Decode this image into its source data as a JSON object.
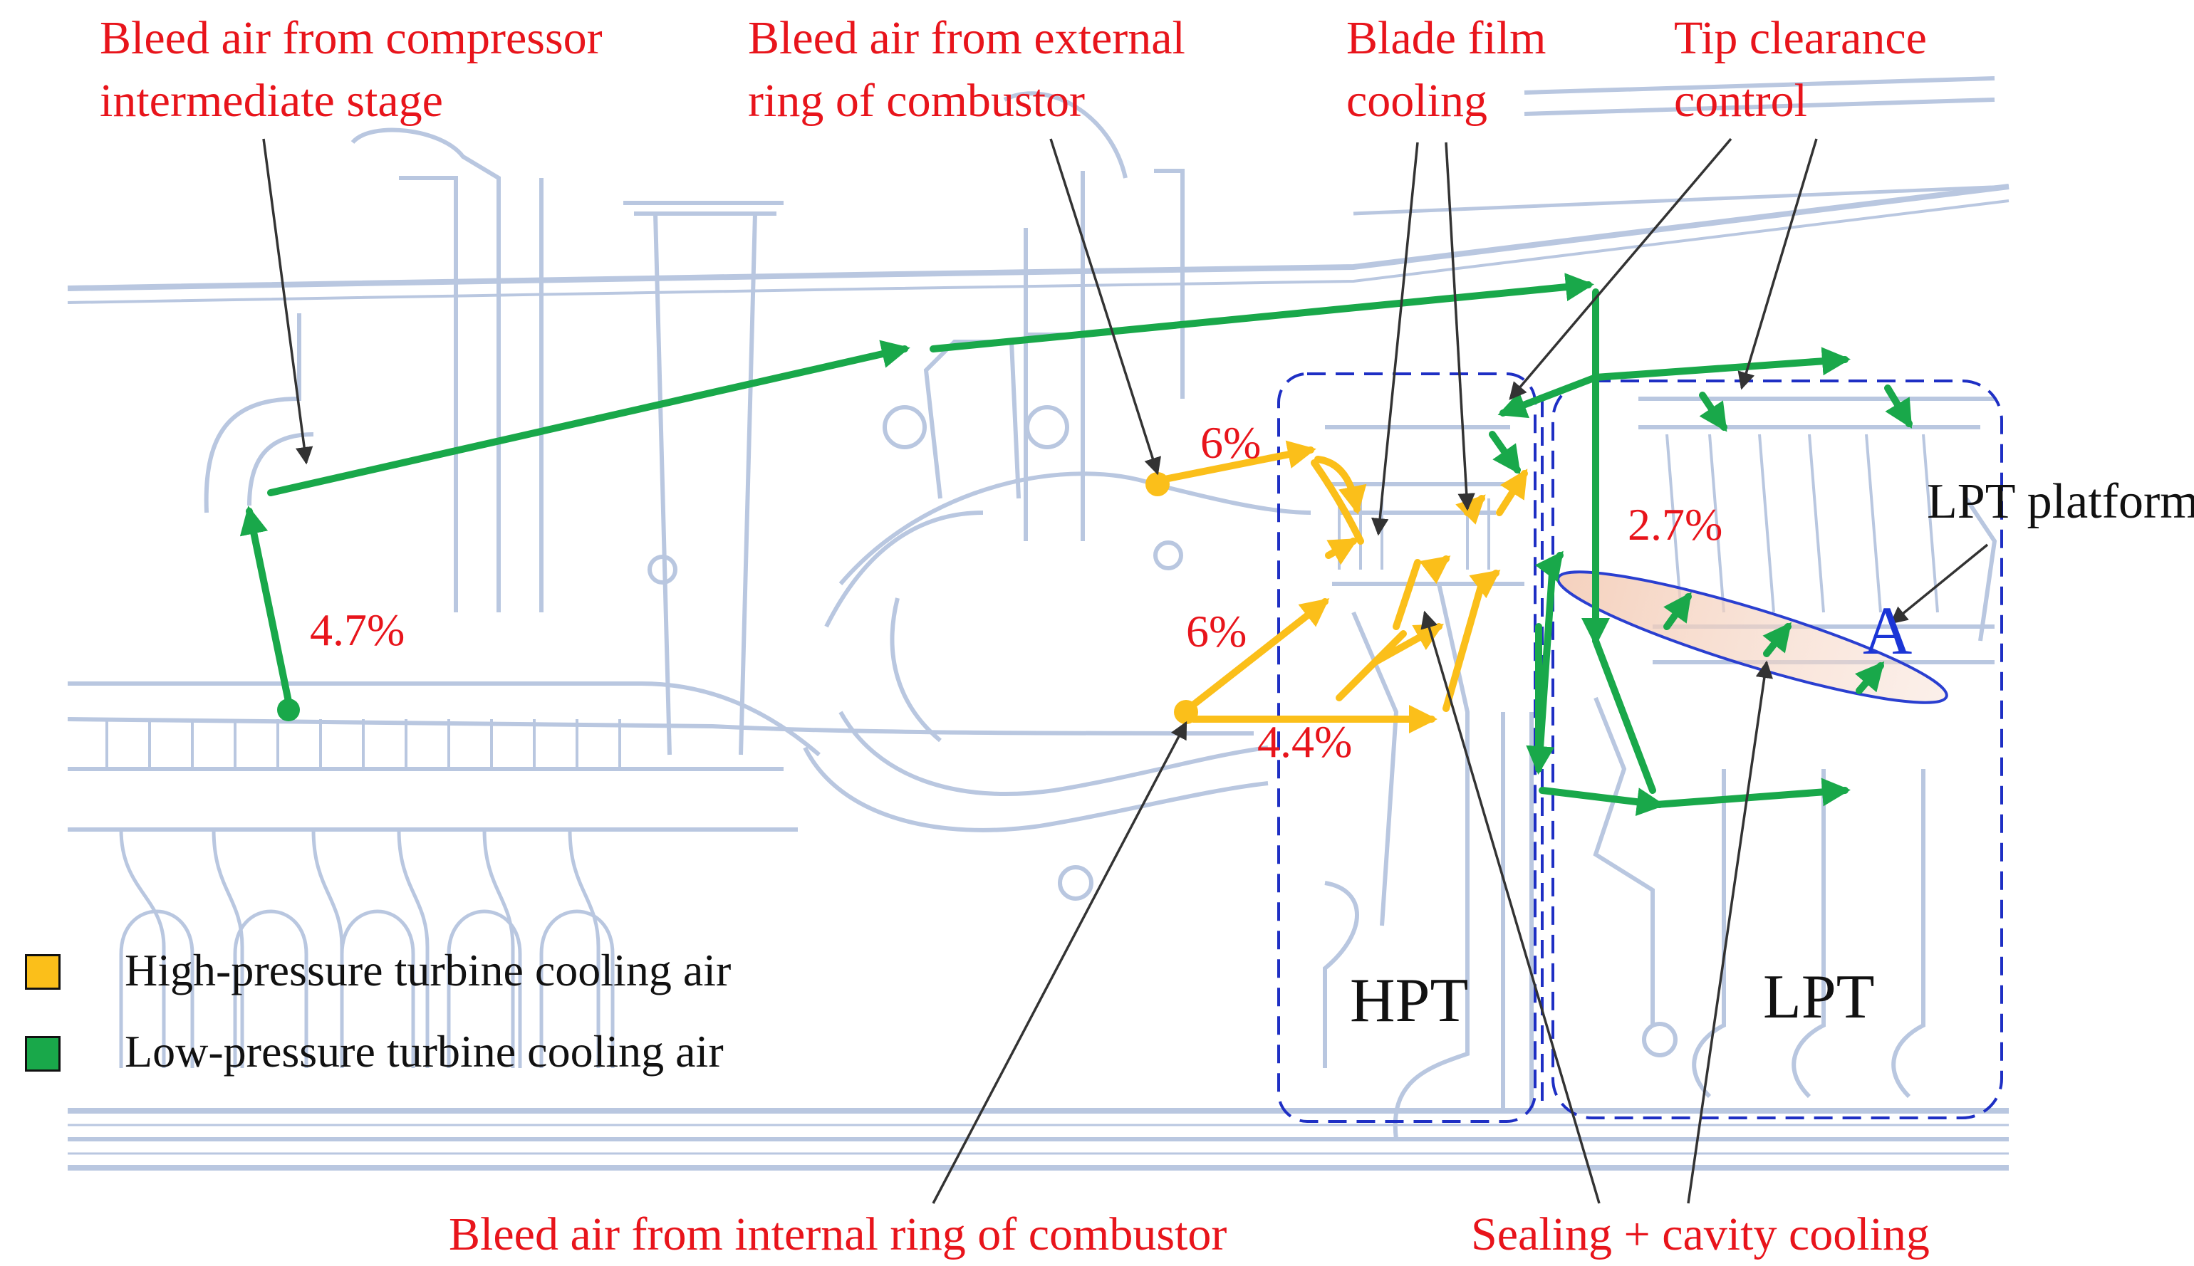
{
  "labels": {
    "compressor_bleed": "Bleed air from compressor\nintermediate stage",
    "external_ring_bleed": "Bleed air from external\nring of combustor",
    "blade_film_cooling": "Blade film\ncooling",
    "tip_clearance": "Tip clearance\ncontrol",
    "internal_ring_bleed": "Bleed air from internal ring of combustor",
    "sealing_cavity": "Sealing + cavity cooling",
    "lpt_platform": "LPT platform",
    "point_a": "A",
    "hpt": "HPT",
    "lpt": "LPT"
  },
  "percentages": {
    "compressor": "4.7%",
    "external_ring": "6%",
    "internal_ring_upper": "6%",
    "internal_ring_lower": "4.4%",
    "lpt": "2.7%"
  },
  "legend": [
    {
      "label": "High-pressure turbine cooling air",
      "color": "#fbbf1a"
    },
    {
      "label": "Low-pressure turbine  cooling air",
      "color": "#19a84a"
    }
  ],
  "colors": {
    "hpt_air": "#fbbf1a",
    "lpt_air": "#19a84a",
    "annotation_red": "#e8141b",
    "blueprint": "#b9c7e0",
    "dashed_region": "#1e2fc4",
    "point_a": "#1b35d6"
  }
}
